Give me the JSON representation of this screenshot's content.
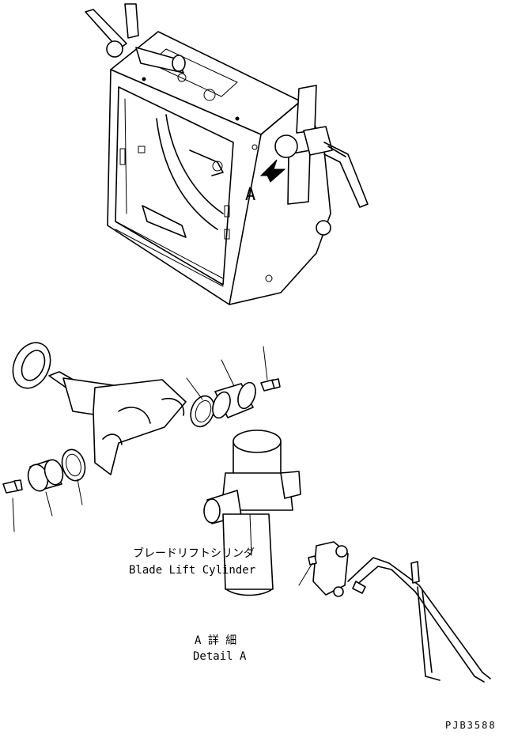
{
  "view_label": "A",
  "label_cylinder_jp": "ブレードリフトシリンダ",
  "label_cylinder_en": "Blade Lift Cylinder",
  "detail_title_jp": "A 詳 細",
  "detail_title_en": "Detail A",
  "drawing_code": "PJB3588"
}
